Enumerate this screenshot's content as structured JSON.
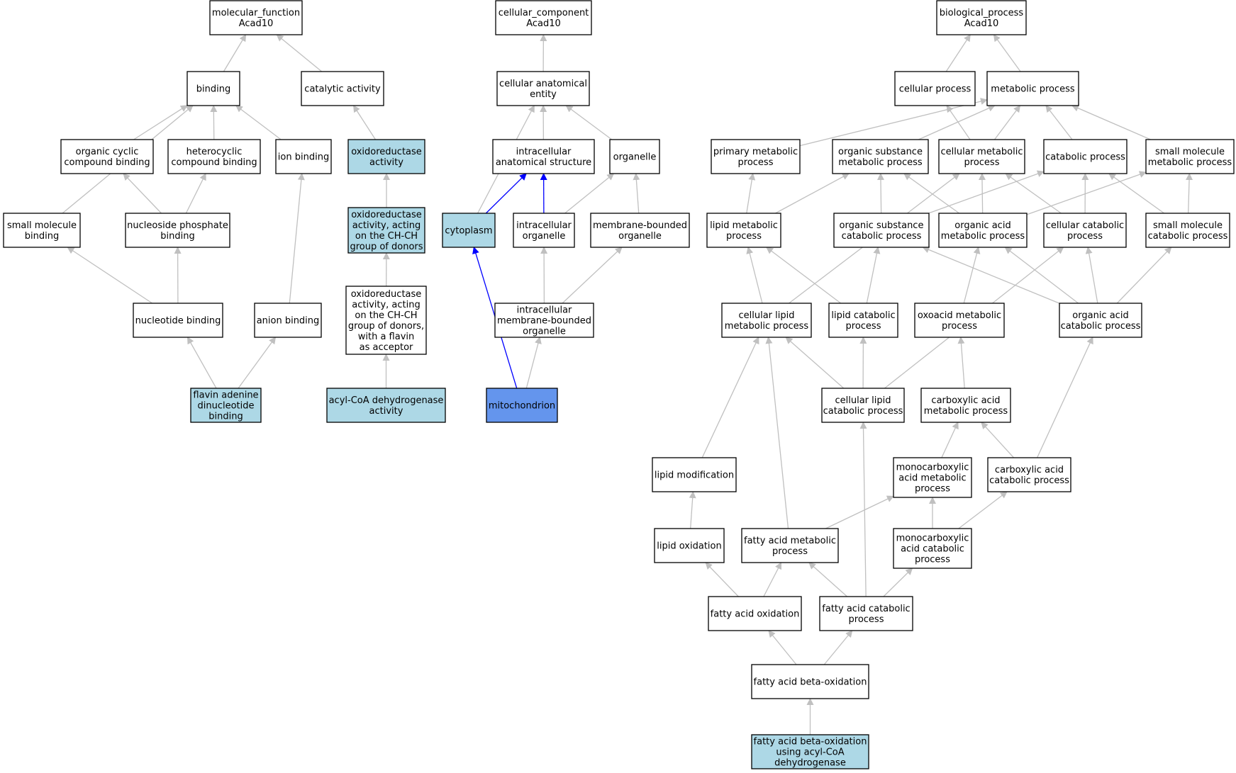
{
  "colors": {
    "edge": "#c0c0c0",
    "edge_highlight": "#0000ff",
    "node_default": "#ffffff",
    "node_annotated": "#add8e6",
    "node_selected": "#6495ed"
  },
  "nodes": [
    {
      "id": "mf_root",
      "lines": [
        "molecular_function",
        "Acad10"
      ],
      "fill": "default"
    },
    {
      "id": "binding",
      "lines": [
        "binding"
      ],
      "fill": "default"
    },
    {
      "id": "catalytic_activity",
      "lines": [
        "catalytic activity"
      ],
      "fill": "default"
    },
    {
      "id": "organic_cyclic_compound_binding",
      "lines": [
        "organic cyclic",
        "compound binding"
      ],
      "fill": "default"
    },
    {
      "id": "heterocyclic_compound_binding",
      "lines": [
        "heterocyclic",
        "compound binding"
      ],
      "fill": "default"
    },
    {
      "id": "ion_binding",
      "lines": [
        "ion binding"
      ],
      "fill": "default"
    },
    {
      "id": "oxidoreductase_activity",
      "lines": [
        "oxidoreductase",
        "activity"
      ],
      "fill": "annotated"
    },
    {
      "id": "small_molecule_binding",
      "lines": [
        "small molecule",
        "binding"
      ],
      "fill": "default"
    },
    {
      "id": "nucleoside_phosphate_binding",
      "lines": [
        "nucleoside phosphate",
        "binding"
      ],
      "fill": "default"
    },
    {
      "id": "oxidoreductase_chch",
      "lines": [
        "oxidoreductase",
        "activity, acting",
        "on the CH-CH",
        "group of donors"
      ],
      "fill": "annotated"
    },
    {
      "id": "nucleotide_binding",
      "lines": [
        "nucleotide binding"
      ],
      "fill": "default"
    },
    {
      "id": "anion_binding",
      "lines": [
        "anion binding"
      ],
      "fill": "default"
    },
    {
      "id": "oxidoreductase_chch_flavin",
      "lines": [
        "oxidoreductase",
        "activity, acting",
        "on the CH-CH",
        "group of donors,",
        "with a flavin",
        "as acceptor"
      ],
      "fill": "default"
    },
    {
      "id": "fad_binding",
      "lines": [
        "flavin adenine",
        "dinucleotide",
        "binding"
      ],
      "fill": "annotated"
    },
    {
      "id": "acyl_coa_dehydrogenase_activity",
      "lines": [
        "acyl-CoA dehydrogenase",
        "activity"
      ],
      "fill": "annotated"
    },
    {
      "id": "cc_root",
      "lines": [
        "cellular_component",
        "Acad10"
      ],
      "fill": "default"
    },
    {
      "id": "cellular_anatomical_entity",
      "lines": [
        "cellular anatomical",
        "entity"
      ],
      "fill": "default"
    },
    {
      "id": "intracellular_anatomical_structure",
      "lines": [
        "intracellular",
        "anatomical structure"
      ],
      "fill": "default"
    },
    {
      "id": "organelle",
      "lines": [
        "organelle"
      ],
      "fill": "default"
    },
    {
      "id": "cytoplasm",
      "lines": [
        "cytoplasm"
      ],
      "fill": "annotated"
    },
    {
      "id": "intracellular_organelle",
      "lines": [
        "intracellular",
        "organelle"
      ],
      "fill": "default"
    },
    {
      "id": "membrane_bounded_organelle",
      "lines": [
        "membrane-bounded",
        "organelle"
      ],
      "fill": "default"
    },
    {
      "id": "intracellular_membrane_bounded_organelle",
      "lines": [
        "intracellular",
        "membrane-bounded",
        "organelle"
      ],
      "fill": "default"
    },
    {
      "id": "mitochondrion",
      "lines": [
        "mitochondrion"
      ],
      "fill": "selected"
    },
    {
      "id": "bp_root",
      "lines": [
        "biological_process",
        "Acad10"
      ],
      "fill": "default"
    },
    {
      "id": "cellular_process",
      "lines": [
        "cellular process"
      ],
      "fill": "default"
    },
    {
      "id": "metabolic_process",
      "lines": [
        "metabolic process"
      ],
      "fill": "default"
    },
    {
      "id": "primary_metabolic_process",
      "lines": [
        "primary metabolic",
        "process"
      ],
      "fill": "default"
    },
    {
      "id": "organic_substance_metabolic_process",
      "lines": [
        "organic substance",
        "metabolic process"
      ],
      "fill": "default"
    },
    {
      "id": "cellular_metabolic_process",
      "lines": [
        "cellular metabolic",
        "process"
      ],
      "fill": "default"
    },
    {
      "id": "catabolic_process",
      "lines": [
        "catabolic process"
      ],
      "fill": "default"
    },
    {
      "id": "small_molecule_metabolic_process",
      "lines": [
        "small molecule",
        "metabolic process"
      ],
      "fill": "default"
    },
    {
      "id": "lipid_metabolic_process",
      "lines": [
        "lipid metabolic",
        "process"
      ],
      "fill": "default"
    },
    {
      "id": "organic_substance_catabolic_process",
      "lines": [
        "organic substance",
        "catabolic process"
      ],
      "fill": "default"
    },
    {
      "id": "organic_acid_metabolic_process",
      "lines": [
        "organic acid",
        "metabolic process"
      ],
      "fill": "default"
    },
    {
      "id": "cellular_catabolic_process",
      "lines": [
        "cellular catabolic",
        "process"
      ],
      "fill": "default"
    },
    {
      "id": "small_molecule_catabolic_process",
      "lines": [
        "small molecule",
        "catabolic process"
      ],
      "fill": "default"
    },
    {
      "id": "cellular_lipid_metabolic_process",
      "lines": [
        "cellular lipid",
        "metabolic process"
      ],
      "fill": "default"
    },
    {
      "id": "lipid_catabolic_process",
      "lines": [
        "lipid catabolic",
        "process"
      ],
      "fill": "default"
    },
    {
      "id": "oxoacid_metabolic_process",
      "lines": [
        "oxoacid metabolic",
        "process"
      ],
      "fill": "default"
    },
    {
      "id": "organic_acid_catabolic_process",
      "lines": [
        "organic acid",
        "catabolic process"
      ],
      "fill": "default"
    },
    {
      "id": "cellular_lipid_catabolic_process",
      "lines": [
        "cellular lipid",
        "catabolic process"
      ],
      "fill": "default"
    },
    {
      "id": "carboxylic_acid_metabolic_process",
      "lines": [
        "carboxylic acid",
        "metabolic process"
      ],
      "fill": "default"
    },
    {
      "id": "lipid_modification",
      "lines": [
        "lipid modification"
      ],
      "fill": "default"
    },
    {
      "id": "monocarboxylic_acid_metabolic_process",
      "lines": [
        "monocarboxylic",
        "acid metabolic",
        "process"
      ],
      "fill": "default"
    },
    {
      "id": "carboxylic_acid_catabolic_process",
      "lines": [
        "carboxylic acid",
        "catabolic process"
      ],
      "fill": "default"
    },
    {
      "id": "lipid_oxidation",
      "lines": [
        "lipid oxidation"
      ],
      "fill": "default"
    },
    {
      "id": "fatty_acid_metabolic_process",
      "lines": [
        "fatty acid metabolic",
        "process"
      ],
      "fill": "default"
    },
    {
      "id": "monocarboxylic_acid_catabolic_process",
      "lines": [
        "monocarboxylic",
        "acid catabolic",
        "process"
      ],
      "fill": "default"
    },
    {
      "id": "fatty_acid_oxidation",
      "lines": [
        "fatty acid oxidation"
      ],
      "fill": "default"
    },
    {
      "id": "fatty_acid_catabolic_process",
      "lines": [
        "fatty acid catabolic",
        "process"
      ],
      "fill": "default"
    },
    {
      "id": "fatty_acid_beta_oxidation",
      "lines": [
        "fatty acid beta-oxidation"
      ],
      "fill": "default"
    },
    {
      "id": "fatty_acid_beta_oxidation_acyl_coa",
      "lines": [
        "fatty acid beta-oxidation",
        "using acyl-CoA",
        "dehydrogenase"
      ],
      "fill": "annotated"
    }
  ],
  "edges": [
    {
      "from": "binding",
      "to": "mf_root",
      "style": "normal"
    },
    {
      "from": "catalytic_activity",
      "to": "mf_root",
      "style": "normal"
    },
    {
      "from": "organic_cyclic_compound_binding",
      "to": "binding",
      "style": "normal"
    },
    {
      "from": "heterocyclic_compound_binding",
      "to": "binding",
      "style": "normal"
    },
    {
      "from": "ion_binding",
      "to": "binding",
      "style": "normal"
    },
    {
      "from": "small_molecule_binding",
      "to": "binding",
      "style": "normal"
    },
    {
      "from": "oxidoreductase_activity",
      "to": "catalytic_activity",
      "style": "normal"
    },
    {
      "from": "nucleoside_phosphate_binding",
      "to": "organic_cyclic_compound_binding",
      "style": "normal"
    },
    {
      "from": "nucleoside_phosphate_binding",
      "to": "heterocyclic_compound_binding",
      "style": "normal"
    },
    {
      "from": "oxidoreductase_chch",
      "to": "oxidoreductase_activity",
      "style": "normal"
    },
    {
      "from": "nucleotide_binding",
      "to": "small_molecule_binding",
      "style": "normal"
    },
    {
      "from": "nucleotide_binding",
      "to": "nucleoside_phosphate_binding",
      "style": "normal"
    },
    {
      "from": "anion_binding",
      "to": "ion_binding",
      "style": "normal"
    },
    {
      "from": "oxidoreductase_chch_flavin",
      "to": "oxidoreductase_chch",
      "style": "normal"
    },
    {
      "from": "fad_binding",
      "to": "nucleotide_binding",
      "style": "normal"
    },
    {
      "from": "fad_binding",
      "to": "anion_binding",
      "style": "normal"
    },
    {
      "from": "acyl_coa_dehydrogenase_activity",
      "to": "oxidoreductase_chch_flavin",
      "style": "normal"
    },
    {
      "from": "cellular_anatomical_entity",
      "to": "cc_root",
      "style": "normal"
    },
    {
      "from": "intracellular_anatomical_structure",
      "to": "cellular_anatomical_entity",
      "style": "normal"
    },
    {
      "from": "organelle",
      "to": "cellular_anatomical_entity",
      "style": "normal"
    },
    {
      "from": "cytoplasm",
      "to": "cellular_anatomical_entity",
      "style": "normal"
    },
    {
      "from": "cytoplasm",
      "to": "intracellular_anatomical_structure",
      "style": "highlight"
    },
    {
      "from": "intracellular_organelle",
      "to": "intracellular_anatomical_structure",
      "style": "highlight"
    },
    {
      "from": "intracellular_organelle",
      "to": "organelle",
      "style": "normal"
    },
    {
      "from": "membrane_bounded_organelle",
      "to": "organelle",
      "style": "normal"
    },
    {
      "from": "intracellular_membrane_bounded_organelle",
      "to": "intracellular_organelle",
      "style": "normal"
    },
    {
      "from": "intracellular_membrane_bounded_organelle",
      "to": "membrane_bounded_organelle",
      "style": "normal"
    },
    {
      "from": "mitochondrion",
      "to": "cytoplasm",
      "style": "highlight"
    },
    {
      "from": "mitochondrion",
      "to": "intracellular_membrane_bounded_organelle",
      "style": "normal"
    },
    {
      "from": "cellular_process",
      "to": "bp_root",
      "style": "normal"
    },
    {
      "from": "metabolic_process",
      "to": "bp_root",
      "style": "normal"
    },
    {
      "from": "primary_metabolic_process",
      "to": "metabolic_process",
      "style": "normal"
    },
    {
      "from": "organic_substance_metabolic_process",
      "to": "metabolic_process",
      "style": "normal"
    },
    {
      "from": "cellular_metabolic_process",
      "to": "metabolic_process",
      "style": "normal"
    },
    {
      "from": "cellular_metabolic_process",
      "to": "cellular_process",
      "style": "normal"
    },
    {
      "from": "catabolic_process",
      "to": "metabolic_process",
      "style": "normal"
    },
    {
      "from": "small_molecule_metabolic_process",
      "to": "metabolic_process",
      "style": "normal"
    },
    {
      "from": "lipid_metabolic_process",
      "to": "primary_metabolic_process",
      "style": "normal"
    },
    {
      "from": "lipid_metabolic_process",
      "to": "organic_substance_metabolic_process",
      "style": "normal"
    },
    {
      "from": "organic_substance_catabolic_process",
      "to": "organic_substance_metabolic_process",
      "style": "normal"
    },
    {
      "from": "organic_substance_catabolic_process",
      "to": "catabolic_process",
      "style": "normal"
    },
    {
      "from": "organic_acid_metabolic_process",
      "to": "organic_substance_metabolic_process",
      "style": "normal"
    },
    {
      "from": "organic_acid_metabolic_process",
      "to": "cellular_metabolic_process",
      "style": "normal"
    },
    {
      "from": "organic_acid_metabolic_process",
      "to": "small_molecule_metabolic_process",
      "style": "normal"
    },
    {
      "from": "cellular_catabolic_process",
      "to": "cellular_metabolic_process",
      "style": "normal"
    },
    {
      "from": "cellular_catabolic_process",
      "to": "catabolic_process",
      "style": "normal"
    },
    {
      "from": "small_molecule_catabolic_process",
      "to": "small_molecule_metabolic_process",
      "style": "normal"
    },
    {
      "from": "small_molecule_catabolic_process",
      "to": "catabolic_process",
      "style": "normal"
    },
    {
      "from": "cellular_lipid_metabolic_process",
      "to": "lipid_metabolic_process",
      "style": "normal"
    },
    {
      "from": "cellular_lipid_metabolic_process",
      "to": "cellular_metabolic_process",
      "style": "normal"
    },
    {
      "from": "lipid_catabolic_process",
      "to": "lipid_metabolic_process",
      "style": "normal"
    },
    {
      "from": "lipid_catabolic_process",
      "to": "organic_substance_catabolic_process",
      "style": "normal"
    },
    {
      "from": "oxoacid_metabolic_process",
      "to": "organic_acid_metabolic_process",
      "style": "normal"
    },
    {
      "from": "organic_acid_catabolic_process",
      "to": "organic_substance_catabolic_process",
      "style": "normal"
    },
    {
      "from": "organic_acid_catabolic_process",
      "to": "organic_acid_metabolic_process",
      "style": "normal"
    },
    {
      "from": "organic_acid_catabolic_process",
      "to": "cellular_catabolic_process",
      "style": "normal"
    },
    {
      "from": "organic_acid_catabolic_process",
      "to": "small_molecule_catabolic_process",
      "style": "normal"
    },
    {
      "from": "cellular_lipid_catabolic_process",
      "to": "cellular_lipid_metabolic_process",
      "style": "normal"
    },
    {
      "from": "cellular_lipid_catabolic_process",
      "to": "lipid_catabolic_process",
      "style": "normal"
    },
    {
      "from": "cellular_lipid_catabolic_process",
      "to": "cellular_catabolic_process",
      "style": "normal"
    },
    {
      "from": "carboxylic_acid_metabolic_process",
      "to": "oxoacid_metabolic_process",
      "style": "normal"
    },
    {
      "from": "lipid_modification",
      "to": "cellular_lipid_metabolic_process",
      "style": "normal"
    },
    {
      "from": "monocarboxylic_acid_metabolic_process",
      "to": "carboxylic_acid_metabolic_process",
      "style": "normal"
    },
    {
      "from": "carboxylic_acid_catabolic_process",
      "to": "carboxylic_acid_metabolic_process",
      "style": "normal"
    },
    {
      "from": "carboxylic_acid_catabolic_process",
      "to": "organic_acid_catabolic_process",
      "style": "normal"
    },
    {
      "from": "lipid_oxidation",
      "to": "lipid_modification",
      "style": "normal"
    },
    {
      "from": "fatty_acid_metabolic_process",
      "to": "cellular_lipid_metabolic_process",
      "style": "normal"
    },
    {
      "from": "fatty_acid_metabolic_process",
      "to": "monocarboxylic_acid_metabolic_process",
      "style": "normal"
    },
    {
      "from": "monocarboxylic_acid_catabolic_process",
      "to": "monocarboxylic_acid_metabolic_process",
      "style": "normal"
    },
    {
      "from": "monocarboxylic_acid_catabolic_process",
      "to": "carboxylic_acid_catabolic_process",
      "style": "normal"
    },
    {
      "from": "fatty_acid_oxidation",
      "to": "lipid_oxidation",
      "style": "normal"
    },
    {
      "from": "fatty_acid_oxidation",
      "to": "fatty_acid_metabolic_process",
      "style": "normal"
    },
    {
      "from": "fatty_acid_catabolic_process",
      "to": "fatty_acid_metabolic_process",
      "style": "normal"
    },
    {
      "from": "fatty_acid_catabolic_process",
      "to": "cellular_lipid_catabolic_process",
      "style": "normal"
    },
    {
      "from": "fatty_acid_catabolic_process",
      "to": "monocarboxylic_acid_catabolic_process",
      "style": "normal"
    },
    {
      "from": "fatty_acid_beta_oxidation",
      "to": "fatty_acid_oxidation",
      "style": "normal"
    },
    {
      "from": "fatty_acid_beta_oxidation",
      "to": "fatty_acid_catabolic_process",
      "style": "normal"
    },
    {
      "from": "fatty_acid_beta_oxidation_acyl_coa",
      "to": "fatty_acid_beta_oxidation",
      "style": "normal"
    }
  ]
}
